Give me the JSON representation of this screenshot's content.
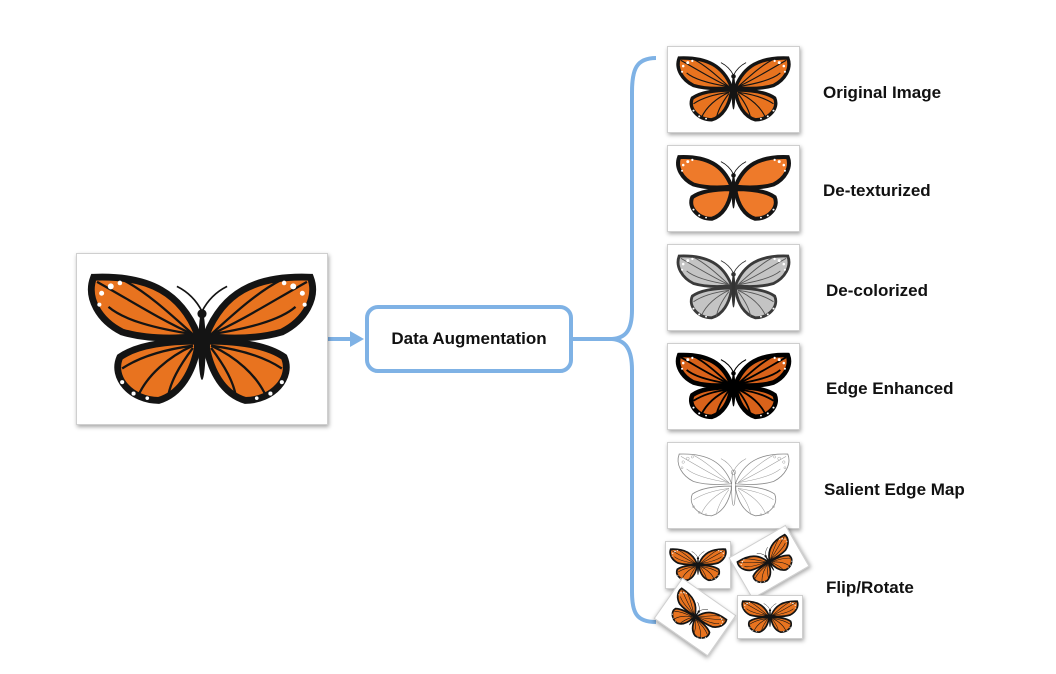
{
  "diagram": {
    "center_box": {
      "label": "Data Augmentation"
    },
    "outputs": [
      {
        "label": "Original Image"
      },
      {
        "label": "De-texturized"
      },
      {
        "label": "De-colorized"
      },
      {
        "label": "Edge Enhanced"
      },
      {
        "label": "Salient Edge Map"
      },
      {
        "label": "Flip/Rotate"
      }
    ]
  },
  "colors": {
    "connector": "#7fb2e5",
    "wing_orange": "#e8731f",
    "wing_black": "#141414",
    "gray": "#bdbdbd"
  },
  "icons": {
    "butterfly": "monarch-butterfly-image"
  }
}
